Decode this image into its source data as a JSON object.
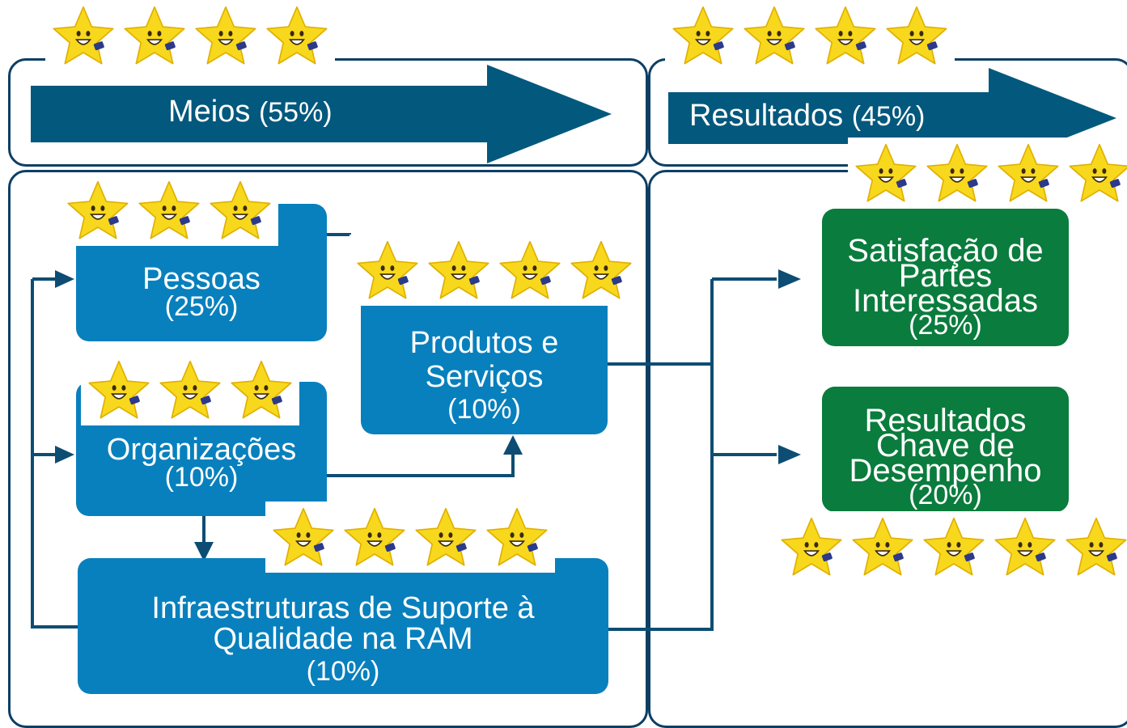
{
  "header": {
    "meios_label": "Meios",
    "meios_pct": "(55%)",
    "resultados_label": "Resultados",
    "resultados_pct": "(45%)"
  },
  "boxes": {
    "pessoas": {
      "title": "Pessoas",
      "pct": "(25%)"
    },
    "organizacoes": {
      "title": "Organizações",
      "pct": "(10%)"
    },
    "produtos": {
      "title_line1": "Produtos e",
      "title_line2": "Serviços",
      "pct": "(10%)"
    },
    "infraestruturas": {
      "title_line1": "Infraestruturas de Suporte à",
      "title_line2": "Qualidade na RAM",
      "pct": "(10%)"
    },
    "satisfacao": {
      "title_line1": "Satisfação de",
      "title_line2": "Partes",
      "title_line3": "Interessadas",
      "pct": "(25%)"
    },
    "resultados_chave": {
      "title_line1": "Resultados",
      "title_line2": "Chave de",
      "title_line3": "Desempenho",
      "pct": "(20%)"
    }
  },
  "star_ratings": {
    "meios": 4,
    "resultados": 4,
    "pessoas": 3,
    "organizacoes": 3,
    "produtos": 4,
    "infraestruturas": 4,
    "satisfacao": 4,
    "resultados_chave": 5
  },
  "colors": {
    "panel_border": "#0d3f64",
    "header_arrow": "#03587d",
    "blue_box": "#0880bd",
    "green_box": "#0a7c3d",
    "connector": "#0d4d73",
    "star_fill": "#f8d81c"
  },
  "icons": {
    "star": "smiling-star-icon"
  }
}
